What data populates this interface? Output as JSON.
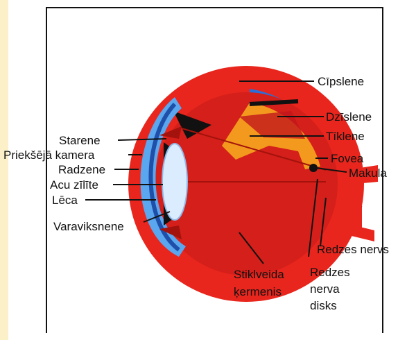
{
  "labels": {
    "cipslene": "Cīpslene",
    "dzislene": "Dzīslene",
    "tiklene": "Tīklene",
    "fovea": "Fovea",
    "makula": "Makula",
    "starene": "Starene",
    "prieksejakamera": "Priekšējā kamera",
    "radzene": "Radzene",
    "acuzilite": "Acu zīlīte",
    "leca": "Lēca",
    "varaviksnene": "Varaviksnene",
    "redzesnervs": "Redzes nervs",
    "nervadisks_1": "Redzes",
    "nervadisks_2": "nerva",
    "nervadisks_3": "disks",
    "stiklveida_1": "Stiklveida",
    "stiklveida_2": "ķermenis"
  },
  "colors": {
    "sclera": "#e8261d",
    "vitreous": "#d41f1a",
    "choroid": "#2a6fd8",
    "retina": "#f39a1e",
    "cornea": "#5aa6ef",
    "lens": "#dcecff"
  }
}
